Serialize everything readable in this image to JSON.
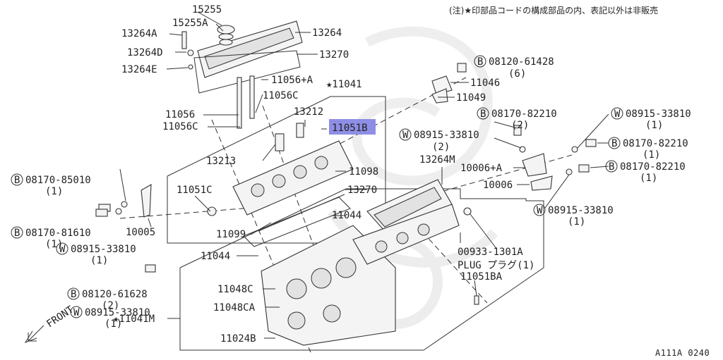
{
  "note": "(注)★印部品コードの構成部品の内、表記以外は非販売",
  "ref_code": "A111A 0240",
  "front_label": "FRONT",
  "callouts": {
    "c15255": "15255",
    "c15255A": "15255A",
    "c13264A": "13264A",
    "c13264": "13264",
    "c13264D": "13264D",
    "c13270a": "13270",
    "c13264E": "13264E",
    "c11056A": "11056+A",
    "c11041": "★11041",
    "c11056C": "11056C",
    "c13212": "13212",
    "c11056": "11056",
    "c11056C2": "11056C",
    "c11051B": "11051B",
    "c13213": "13213",
    "c11098": "11098",
    "c11051C": "11051C",
    "c13270b": "13270",
    "c11099": "11099",
    "c11044a": "11044",
    "c11044b": "11044",
    "c10005": "10005",
    "c11048C": "11048C",
    "c11048CA": "11048CA",
    "c11041M": "★11041M",
    "c11024B": "11024B",
    "c11046": "11046",
    "c11049": "11049",
    "c13264M": "13264M",
    "c10006A": "10006+A",
    "c10006": "10006",
    "c00933": "00933-1301A",
    "cPlug": "PLUG プラグ(1)",
    "c11051BA": "11051BA"
  },
  "qualified_parts": [
    {
      "prefix": "B",
      "code": "08120-61428",
      "qty": "(6)"
    },
    {
      "prefix": "B",
      "code": "08170-82210",
      "qty": "(2)"
    },
    {
      "prefix": "W",
      "code": "08915-33810",
      "qty": "(1)"
    },
    {
      "prefix": "B",
      "code": "08170-82210",
      "qty": "(1)"
    },
    {
      "prefix": "B",
      "code": "08170-82210",
      "qty": "(1)"
    },
    {
      "prefix": "W",
      "code": "08915-33810",
      "qty": "(2)"
    },
    {
      "prefix": "W",
      "code": "08915-33810",
      "qty": "(1)"
    },
    {
      "prefix": "W",
      "code": "08915-33810",
      "qty": "(1)"
    },
    {
      "prefix": "B",
      "code": "08170-85010",
      "qty": "(1)"
    },
    {
      "prefix": "B",
      "code": "08170-81610",
      "qty": "(1)"
    },
    {
      "prefix": "W",
      "code": "08915-33810",
      "qty": "(1)"
    },
    {
      "prefix": "B",
      "code": "08120-61628",
      "qty": "(2)"
    }
  ],
  "highlight_color": "#8e8ee6"
}
